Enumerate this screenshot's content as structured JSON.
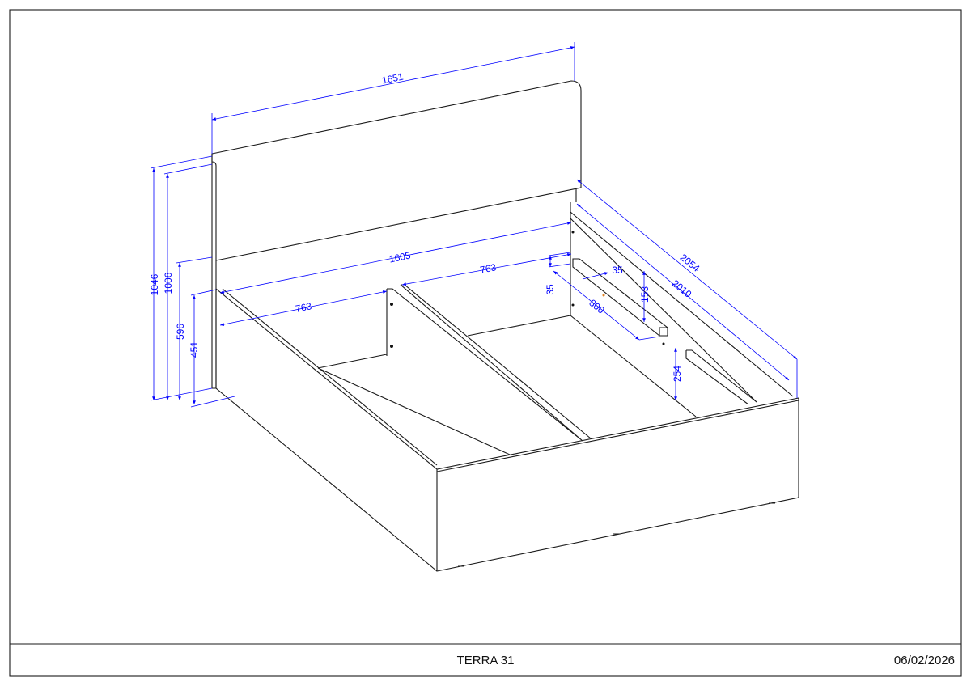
{
  "title_block": {
    "name": "TERRA 31",
    "date": "06/02/2026"
  },
  "dimensions": {
    "headboard_width": "1651",
    "inner_width": "1605",
    "half_left": "763",
    "half_right": "763",
    "total_length": "2054",
    "inner_length": "2010",
    "slat_length": "800",
    "slat_height": "153",
    "slat_section_w": "35",
    "slat_section_h": "35",
    "rail_height": "254",
    "total_height": "1046",
    "headboard_top": "1006",
    "headboard_bottom": "596",
    "frame_height": "451"
  },
  "colors": {
    "dimension": "#0000ff",
    "line": "#1a1a1a"
  }
}
